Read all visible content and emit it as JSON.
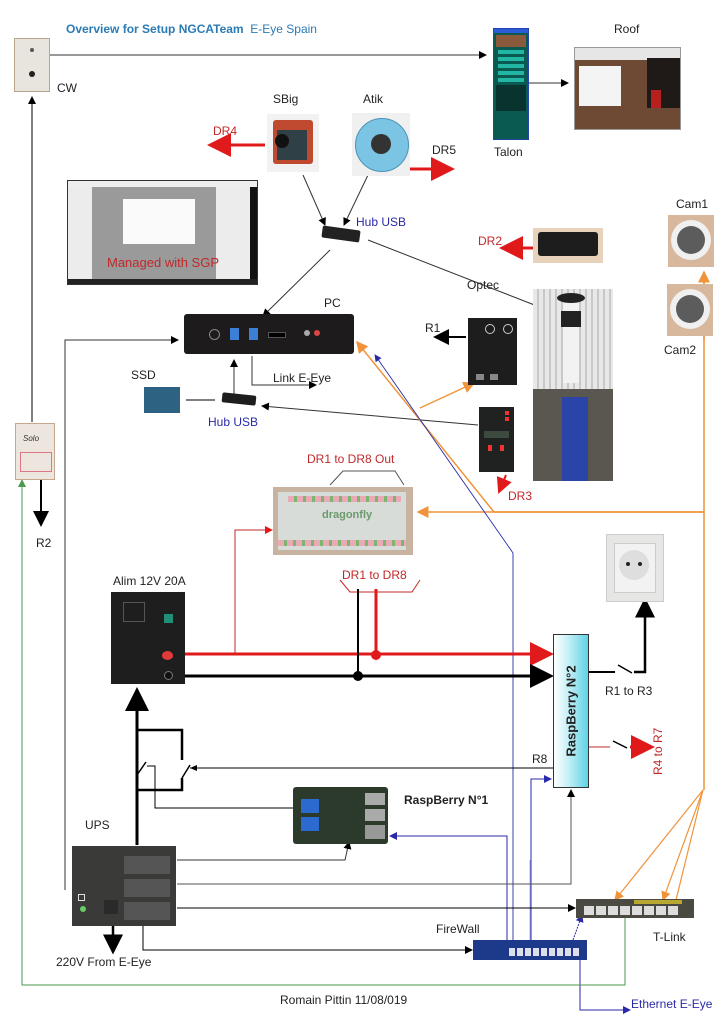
{
  "title": {
    "bold": "Overview for Setup NGCATeam",
    "rest": "E-Eye Spain"
  },
  "colors": {
    "title": "#2b7bb5",
    "power_red": "#e0191b",
    "power_black": "#000000",
    "usb_blue": "#2a2aa8",
    "ethernet_orange": "#f0943c",
    "ups_green": "#4c9a4c",
    "rasp2_fill": "#5fd2e6"
  },
  "devices": {
    "cw": "CW",
    "sbig": "SBig",
    "atik": "Atik",
    "talon": "Talon",
    "roof": "Roof",
    "hub_usb_top": "Hub USB",
    "sgp_caption": "Managed with SGP",
    "pc": "PC",
    "link_eeye": "Link E-Eye",
    "ssd": "SSD",
    "hub_usb_bottom": "Hub USB",
    "optec": "Optec",
    "cam1": "Cam1",
    "cam2": "Cam2",
    "solo_r2": "R2",
    "alim": "Alim 12V 20A",
    "ups": "UPS",
    "ups_input": "220V From E-Eye",
    "rasp1": "RaspBerry N°1",
    "rasp2": "RaspBerry N°2",
    "firewall": "FireWall",
    "tlink": "T-Link",
    "ethernet": "Ethernet E-Eye",
    "dragonfly_product": "dragonfly"
  },
  "relays": {
    "dr4": "DR4",
    "dr5": "DR5",
    "dr2": "DR2",
    "dr3": "DR3",
    "r1": "R1",
    "dr_out": "DR1  to DR8  Out",
    "dr_in": "DR1  to  DR8",
    "r1_r3": "R1 to R3",
    "r4_r7": "R4 to R7",
    "r8": "R8"
  },
  "footer": {
    "author": "Romain Pittin 11/08/019"
  }
}
